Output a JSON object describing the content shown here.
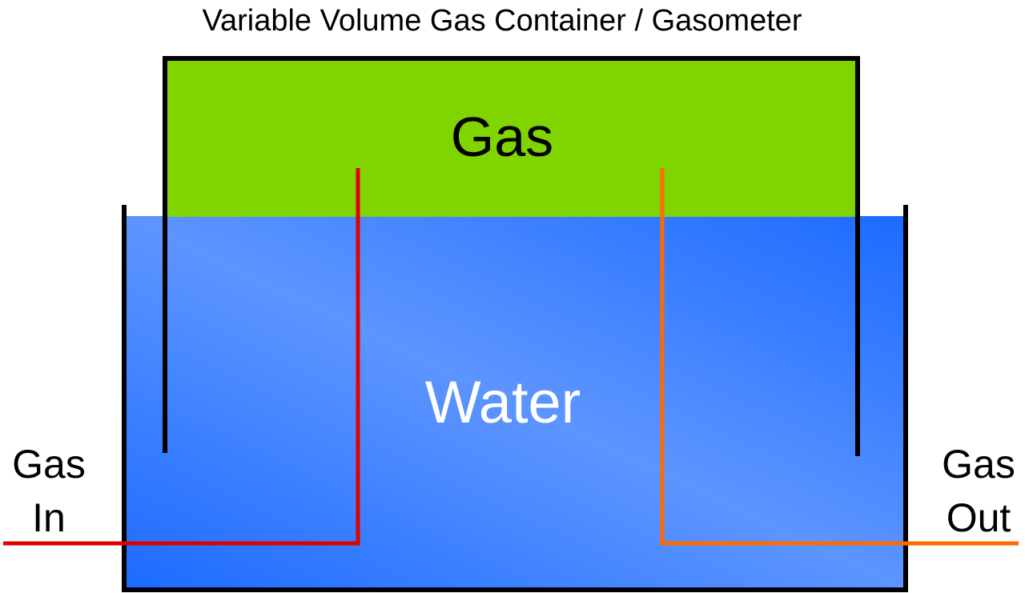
{
  "title": "Variable Volume Gas Container / Gasometer",
  "labels": {
    "gas": "Gas",
    "water": "Water",
    "gas_in_line1": "Gas",
    "gas_in_line2": "In",
    "gas_out_line1": "Gas",
    "gas_out_line2": "Out"
  },
  "colors": {
    "gas_fill": "#80d400",
    "water_dark": "#1c6bff",
    "water_light": "#5d95ff",
    "outline": "#000000",
    "inlet_pipe": "#e00000",
    "outlet_pipe": "#ff6a00",
    "water_text": "#ffffff"
  }
}
